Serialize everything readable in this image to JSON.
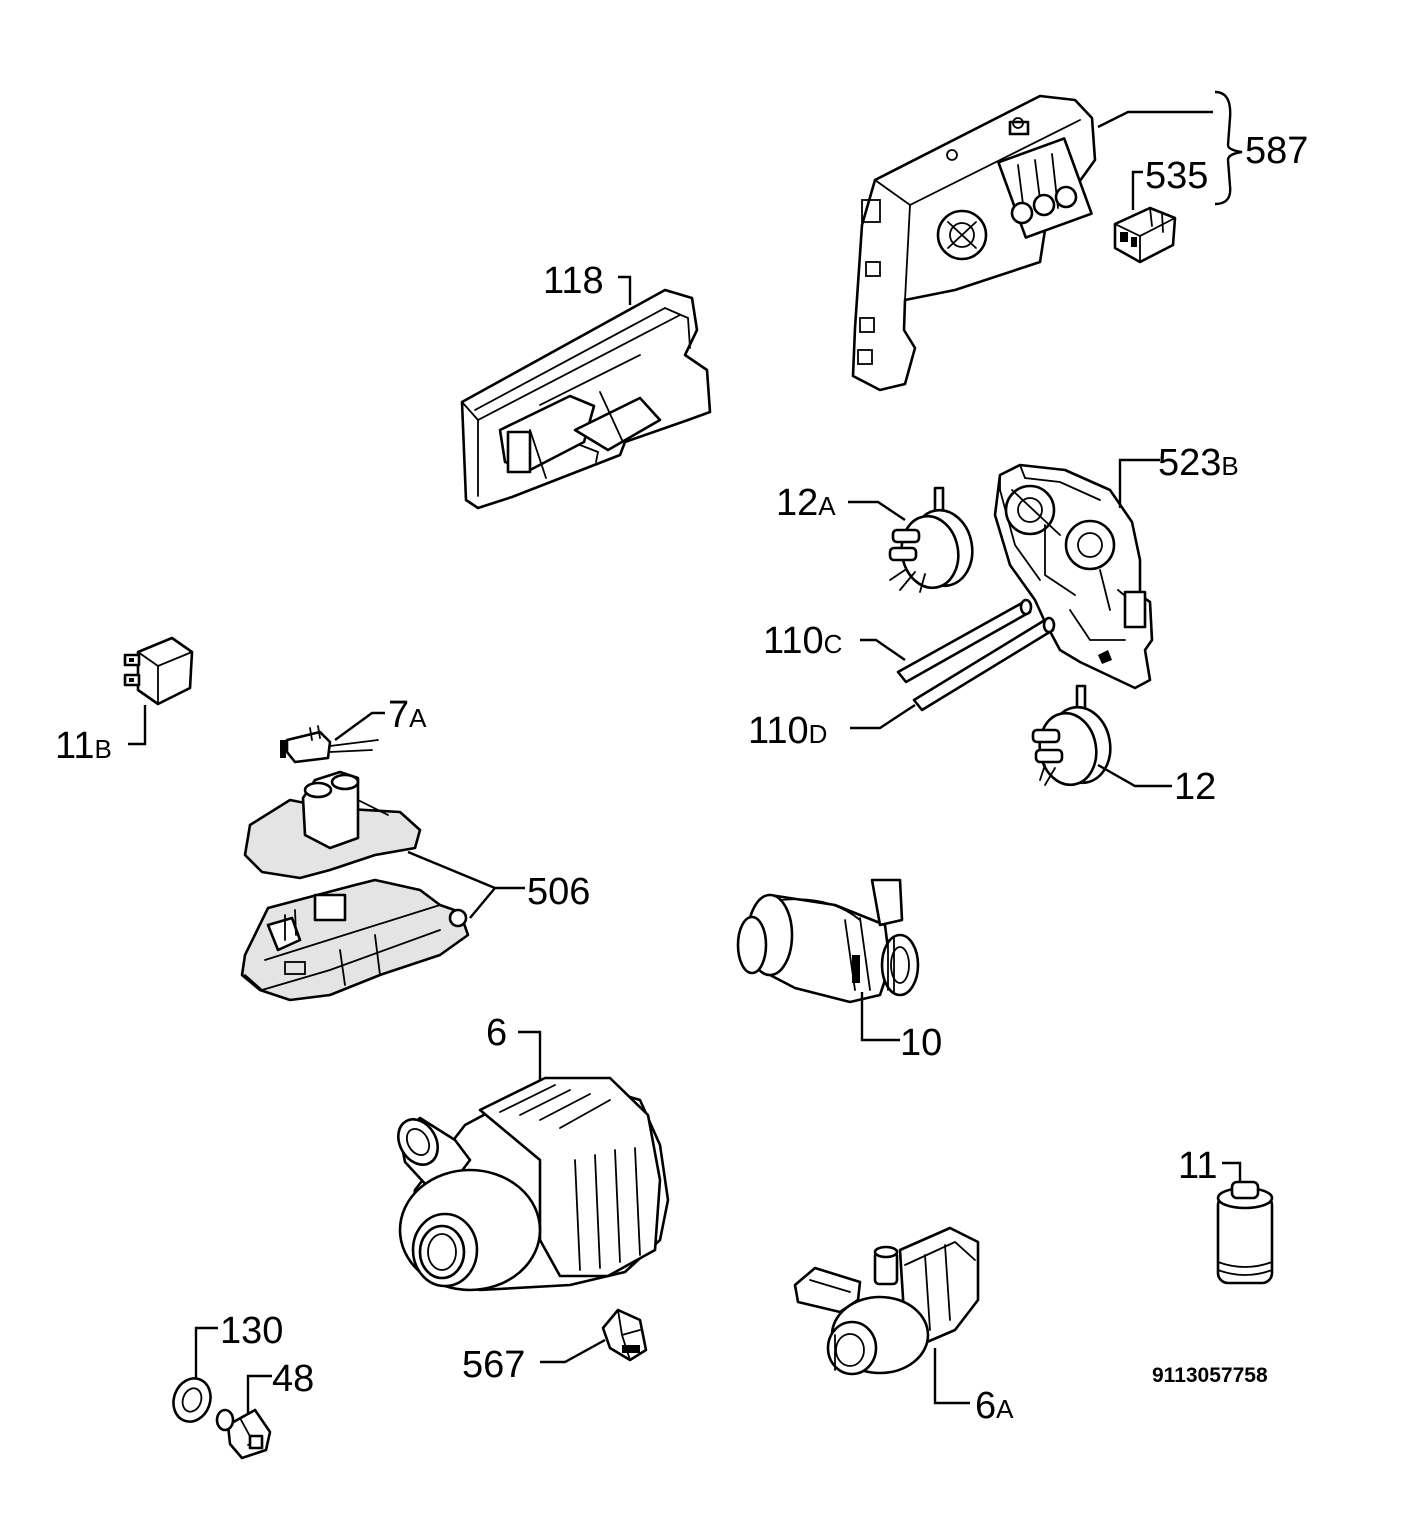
{
  "drawing_number": "9113057758",
  "labels": {
    "l587": "587",
    "l535": "535",
    "l118": "118",
    "l523": {
      "num": "523",
      "suffix": "B"
    },
    "l12a": {
      "num": "12",
      "suffix": "A"
    },
    "l110c": {
      "num": "110",
      "suffix": "C"
    },
    "l110d": {
      "num": "110",
      "suffix": "D"
    },
    "l12": "12",
    "l11b": {
      "num": "11",
      "suffix": "B"
    },
    "l7a": {
      "num": "7",
      "suffix": "A"
    },
    "l506": "506",
    "l10": "10",
    "l6": "6",
    "l11": "11",
    "l130": "130",
    "l48": "48",
    "l567": "567",
    "l6a": {
      "num": "6",
      "suffix": "A"
    }
  }
}
